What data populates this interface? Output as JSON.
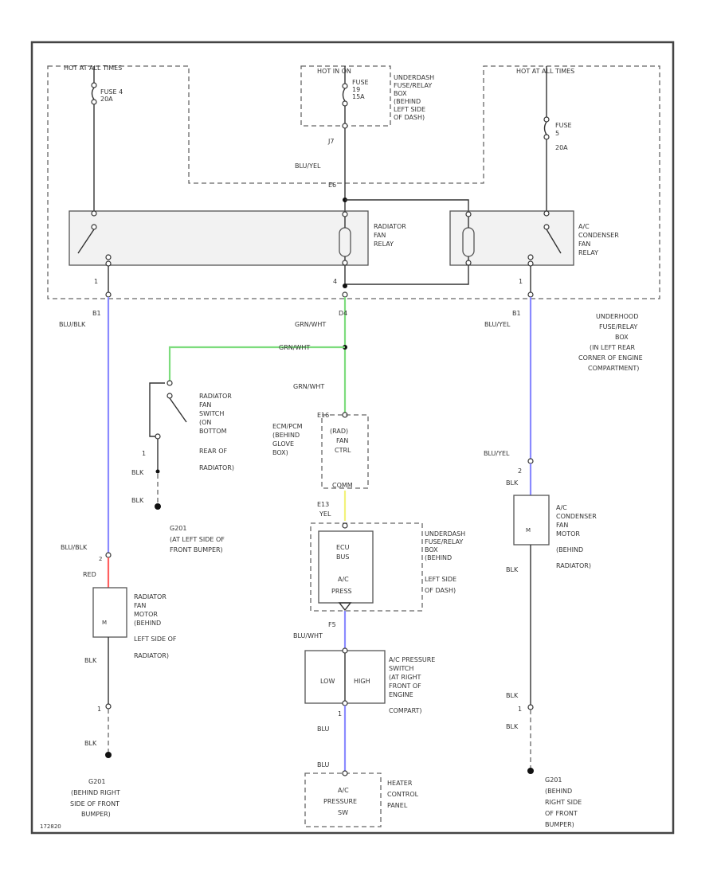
{
  "colors": {
    "wire_default": "#333333",
    "wire_blu": "#8a8aff",
    "wire_grn": "#7ddc7d",
    "wire_yel": "#f2f27a",
    "wire_red": "#ff6060"
  },
  "labels": {
    "hot_left": "HOT AT ALL TIMES",
    "hot_mid": "HOT IN ON",
    "hot_right": "HOT AT ALL TIMES",
    "fuse_left_1": "FUSE 4",
    "fuse_left_2": "20A",
    "fuse_mid_1": "FUSE",
    "fuse_mid_2": "19",
    "fuse_mid_3": "15A",
    "fuse_right_1": "FUSE",
    "fuse_right_2": "5",
    "fuse_right_3": "20A",
    "dash_box_1": "UNDERDASH",
    "dash_box_2": "FUSE/RELAY",
    "dash_box_3": "BOX",
    "dash_box_4": "(BEHIND",
    "dash_box_5": "LEFT SIDE",
    "dash_box_6": "OF DASH)",
    "conn_j7": "J7",
    "wire_bluyel_top": "BLU/YEL",
    "conn_e6": "E6",
    "rad_relay_1": "RADIATOR",
    "rad_relay_2": "FAN",
    "rad_relay_3": "RELAY",
    "ac_relay_1": "A/C",
    "ac_relay_2": "CONDENSER",
    "ac_relay_3": "FAN",
    "ac_relay_4": "RELAY",
    "pin_1_left": "1",
    "pin_4_mid": "4",
    "pin_1_right": "1",
    "conn_b1_left": "B1",
    "wire_blublk_1": "BLU/BLK",
    "conn_d4": "D4",
    "wire_grnwht_1": "GRN/WHT",
    "conn_b1_right": "B1",
    "wire_bluyel_right": "BLU/YEL",
    "hood_box_1": "UNDERHOOD",
    "hood_box_2": "FUSE/RELAY",
    "hood_box_3": "BOX",
    "hood_box_4": "(IN LEFT REAR",
    "hood_box_5": "CORNER OF ENGINE",
    "hood_box_6": "COMPARTMENT)",
    "wire_grnwht_2": "GRN/WHT",
    "wire_grnwht_3": "GRN/WHT",
    "rad_sw_1": "RADIATOR",
    "rad_sw_2": "FAN",
    "rad_sw_3": "SWITCH",
    "rad_sw_4": "(ON",
    "rad_sw_5": "BOTTOM",
    "rad_sw_6": "REAR OF",
    "rad_sw_7": "RADIATOR)",
    "sw_pin_1": "1",
    "wire_blk_sw1": "BLK",
    "wire_blk_sw2": "BLK",
    "g201_1a": "G201",
    "g201_1b": "(AT LEFT SIDE OF",
    "g201_1c": "FRONT BUMPER)",
    "ecm_1": "ECM/PCM",
    "ecm_2": "(BEHIND",
    "ecm_3": "GLOVE",
    "ecm_4": "BOX)",
    "conn_e16": "E16",
    "ecm_box_1": "(RAD)",
    "ecm_box_2": "FAN",
    "ecm_box_3": "CTRL",
    "ecm_box_4": "COMM",
    "conn_e13": "E13",
    "wire_yel": "YEL",
    "ud2_1": "UNDERDASH",
    "ud2_2": "FUSE/RELAY",
    "ud2_3": "BOX",
    "ud2_4": "(BEHIND",
    "ud2_5": "LEFT SIDE",
    "ud2_6": "OF DASH)",
    "ecu_bus_1": "ECU",
    "ecu_bus_2": "BUS",
    "ac_press_1": "A/C",
    "ac_press_2": "PRESS",
    "conn_f5": "F5",
    "wire_bluwht": "BLU/WHT",
    "ac_sw_1": "A/C PRESSURE",
    "ac_sw_2": "SWITCH",
    "ac_sw_3": "(AT RIGHT",
    "ac_sw_4": "FRONT OF",
    "ac_sw_5": "ENGINE",
    "ac_sw_6": "COMPART)",
    "ac_sw_low": "LOW",
    "ac_sw_high": "HIGH",
    "ac_sw_pin": "1",
    "wire_blu_1": "BLU",
    "wire_blu_2": "BLU",
    "heater_1": "HEATER",
    "heater_2": "CONTROL",
    "heater_3": "PANEL",
    "ac_psw_1": "A/C",
    "ac_psw_2": "PRESSURE",
    "ac_psw_3": "SW",
    "wire_blublk_2": "BLU/BLK",
    "wire_red": "RED",
    "rad_motor_1": "RADIATOR",
    "rad_motor_2": "FAN",
    "rad_motor_3": "MOTOR",
    "rad_motor_4": "(BEHIND",
    "rad_motor_5": "LEFT SIDE OF",
    "rad_motor_6": "RADIATOR)",
    "wire_blk_l1": "BLK",
    "pin_l1": "1",
    "wire_blk_l2": "BLK",
    "g201_2a": "G201",
    "g201_2b": "(BEHIND RIGHT",
    "g201_2c": "SIDE OF FRONT",
    "g201_2d": "BUMPER)",
    "wire_bluyel_r2": "BLU/YEL",
    "pin_r2": "2",
    "wire_blk_r0": "BLK",
    "ac_motor_1": "A/C",
    "ac_motor_2": "CONDENSER",
    "ac_motor_3": "FAN",
    "ac_motor_4": "MOTOR",
    "ac_motor_5": "(BEHIND",
    "ac_motor_6": "RADIATOR)",
    "wire_blk_r1": "BLK",
    "wire_blk_r2": "BLK",
    "pin_r1": "1",
    "wire_blk_r3": "BLK",
    "g201_3a": "G201",
    "g201_3b": "(BEHIND",
    "g201_3c": "RIGHT SIDE",
    "g201_3d": "OF FRONT",
    "g201_3e": "BUMPER)",
    "fig_id": "172820"
  }
}
